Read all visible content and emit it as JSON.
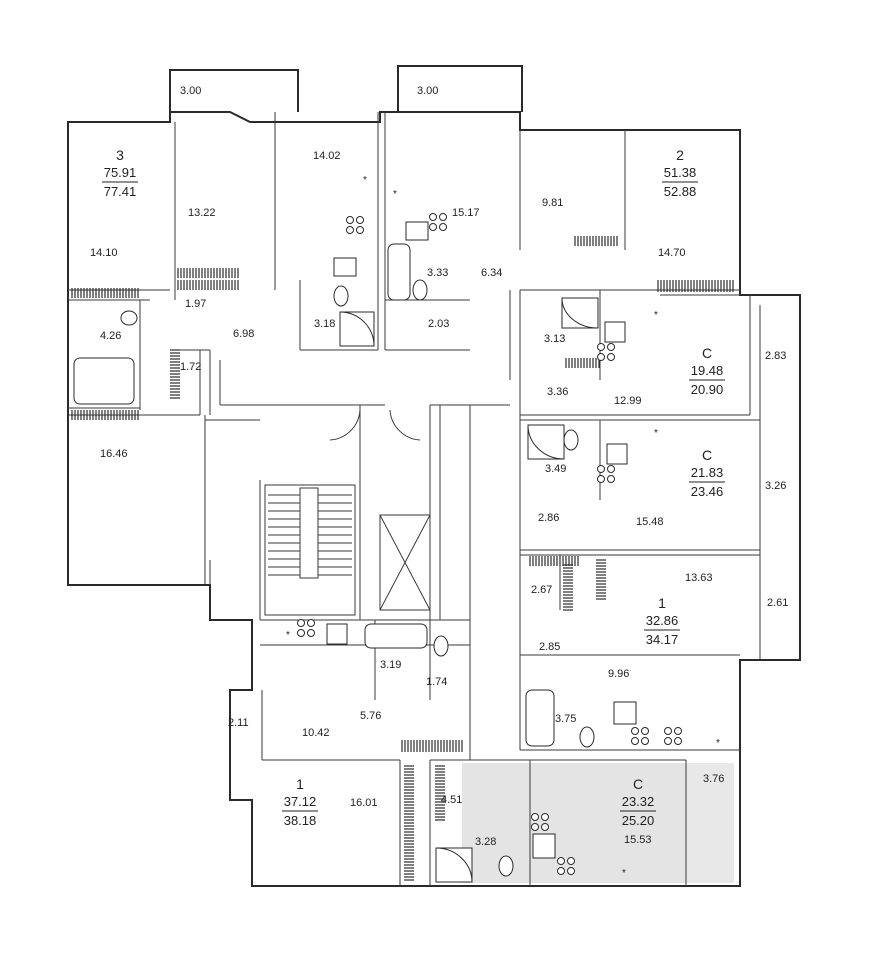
{
  "colors": {
    "wall": "#2a2a2a",
    "highlight": "#e4e4e4",
    "background": "#ffffff"
  },
  "apartments": [
    {
      "id": "apt-3",
      "type": "3",
      "living_area": "75.91",
      "total_area": "77.41"
    },
    {
      "id": "apt-2",
      "type": "2",
      "living_area": "51.38",
      "total_area": "52.88"
    },
    {
      "id": "apt-c1",
      "type": "С",
      "living_area": "19.48",
      "total_area": "20.90"
    },
    {
      "id": "apt-c2",
      "type": "С",
      "living_area": "21.83",
      "total_area": "23.46"
    },
    {
      "id": "apt-1a",
      "type": "1",
      "living_area": "32.86",
      "total_area": "34.17"
    },
    {
      "id": "apt-1b",
      "type": "1",
      "living_area": "37.12",
      "total_area": "38.18"
    },
    {
      "id": "apt-c3",
      "type": "С",
      "living_area": "23.32",
      "total_area": "25.20",
      "highlighted": true
    }
  ],
  "rooms": [
    "3.00",
    "3.00",
    "14.02",
    "13.22",
    "14.10",
    "15.17",
    "9.81",
    "14.70",
    "1.97",
    "6.98",
    "3.18",
    "3.33",
    "6.34",
    "2.03",
    "4.26",
    "1.72",
    "16.46",
    "3.13",
    "2.83",
    "3.36",
    "12.99",
    "3.49",
    "3.26",
    "2.86",
    "15.48",
    "2.67",
    "13.63",
    "2.61",
    "2.85",
    "9.96",
    "3.19",
    "1.74",
    "3.75",
    "5.76",
    "2.11",
    "10.42",
    "3.76",
    "16.01",
    "4.51",
    "3.28",
    "15.53"
  ],
  "icons": [
    "kitchen-stove-icon",
    "sink-icon",
    "toilet-icon",
    "bathtub-icon",
    "shower-icon",
    "washing-machine-icon",
    "ventilation-star-icon"
  ],
  "star_symbol": "*"
}
